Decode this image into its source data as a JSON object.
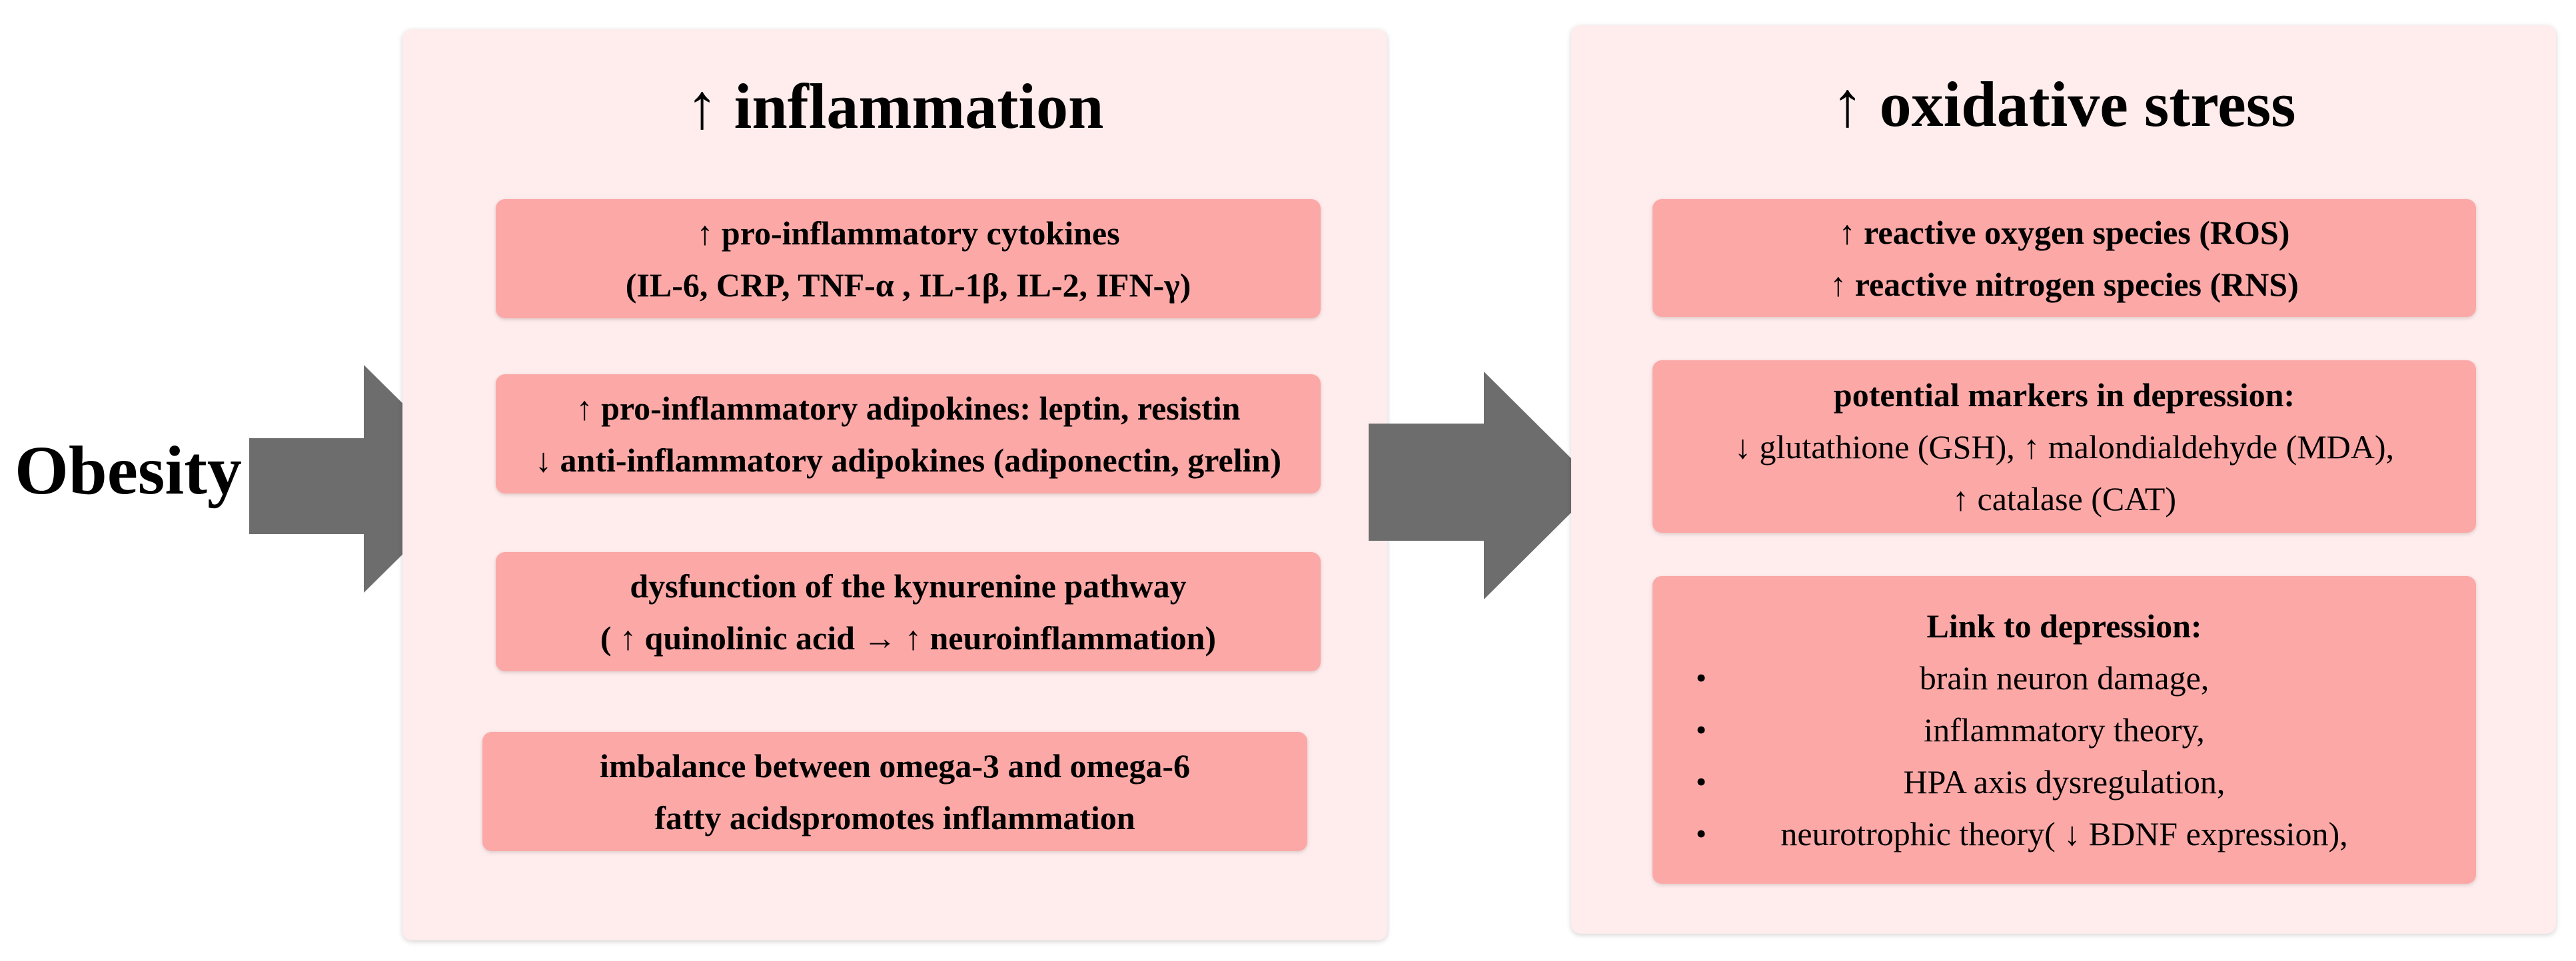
{
  "left_label": "Obesity",
  "colors": {
    "panel": "#ffecec",
    "box": "#fba8a6",
    "arrow": "#6d6d6d"
  },
  "inflammation": {
    "title": "↑ inflammation",
    "box1": {
      "line1": "↑ pro-inflammatory cytokines",
      "line2": "(IL-6, CRP, TNF-α , IL-1β, IL-2, IFN-γ)"
    },
    "box2": {
      "line1": "↑ pro-inflammatory adipokines: leptin, resistin",
      "line2": "↓ anti-inflammatory adipokines (adiponectin, grelin)"
    },
    "box3": {
      "line1": "dysfunction of the kynurenine pathway",
      "line2": "( ↑ quinolinic acid → ↑ neuroinflammation)"
    },
    "box4": {
      "line1": "imbalance between omega-3 and omega-6",
      "line2": "fatty acidspromotes inflammation"
    }
  },
  "oxidative": {
    "title": "↑ oxidative stress",
    "box1": {
      "line1": "↑ reactive oxygen species (ROS)",
      "line2": "↑ reactive nitrogen species (RNS)"
    },
    "box2": {
      "heading": "potential markers in depression:",
      "line1": "↓ glutathione (GSH), ↑ malondialdehyde (MDA),",
      "line2": "↑ catalase (CAT)"
    },
    "box3": {
      "heading": "Link to depression:",
      "bullet_symbol": "•",
      "items": [
        "brain neuron damage,",
        "inflammatory theory,",
        "HPA axis dysregulation,",
        "neurotrophic theory( ↓ BDNF expression),"
      ]
    }
  }
}
